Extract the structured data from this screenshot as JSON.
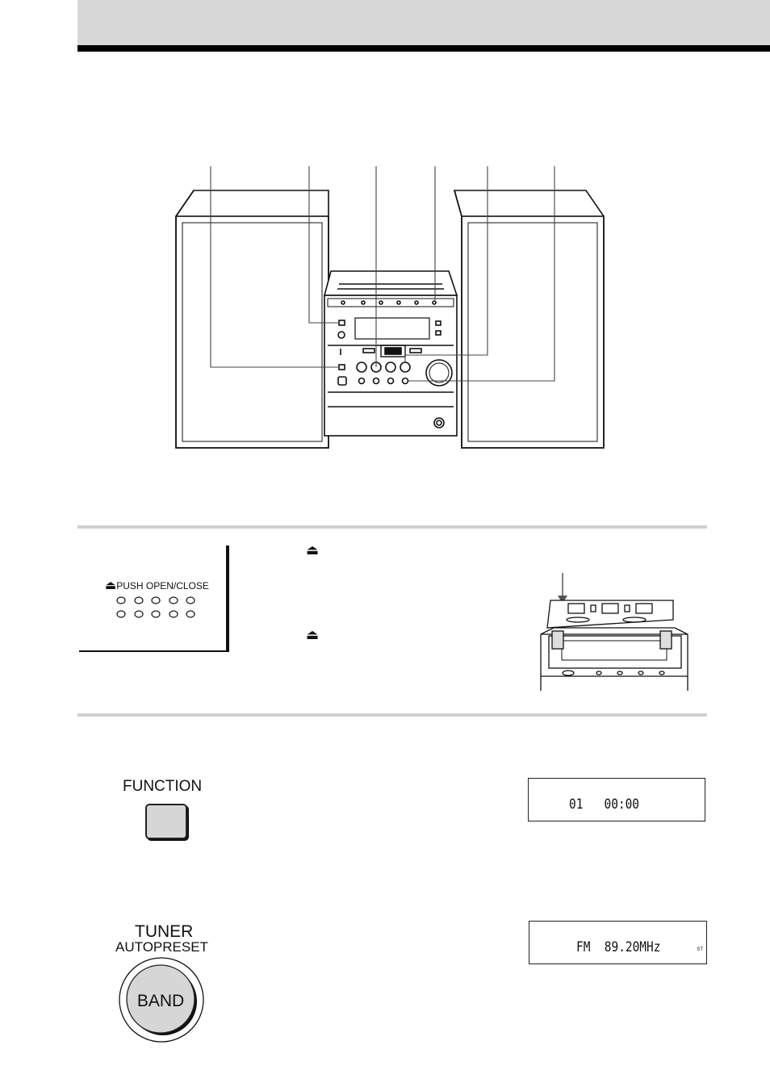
{
  "eject_open_close": {
    "label": "PUSH OPEN/CLOSE",
    "icon": "eject-icon"
  },
  "instructions": {
    "eject_symbol_1": "⏏",
    "eject_symbol_2": "⏏"
  },
  "function_button": {
    "label": "FUNCTION"
  },
  "tuner_button": {
    "title": "TUNER",
    "subtitle": "AUTOPRESET",
    "band_label": "BAND"
  },
  "display_cd": {
    "text": "01   00:00"
  },
  "display_fm": {
    "text": "FM  89.20MHz",
    "indicator": "ST"
  }
}
